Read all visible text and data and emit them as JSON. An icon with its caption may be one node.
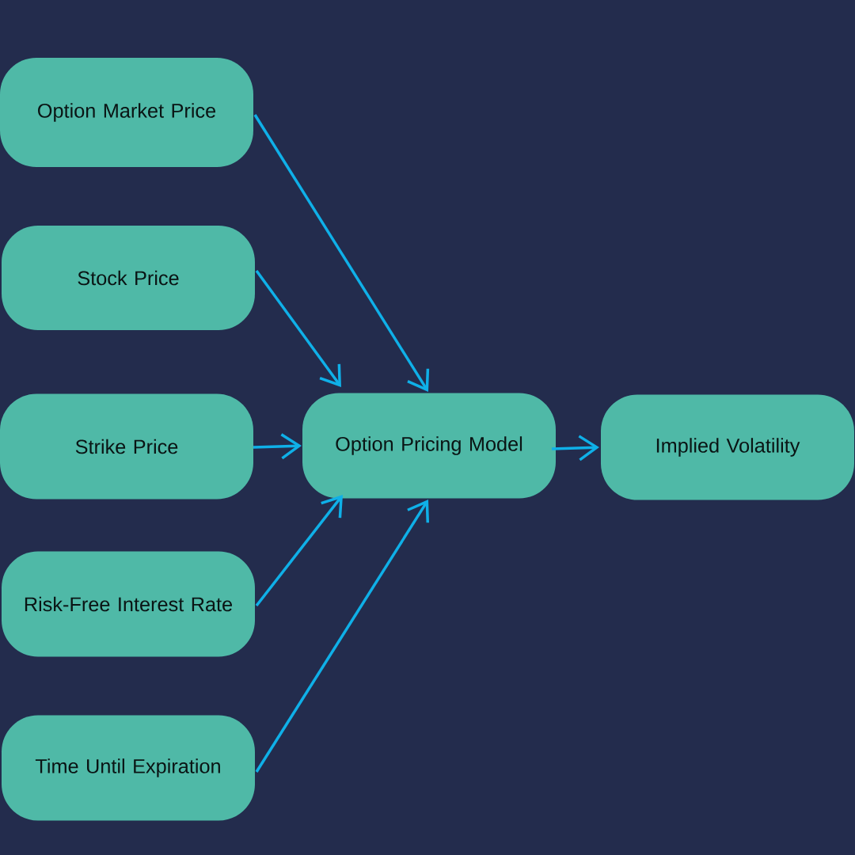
{
  "diagram": {
    "nodes": [
      {
        "text": [
          "Option Market Price"
        ]
      },
      {
        "text": [
          "Stock Price"
        ]
      },
      {
        "text": [
          "Strike Price"
        ]
      },
      {
        "text": [
          "Risk-Free Interest Rate"
        ]
      },
      {
        "text": [
          "Time Until Expiration"
        ]
      },
      {
        "text": [
          "Option Pricing Model"
        ]
      },
      {
        "text": [
          "Implied Volatility"
        ]
      }
    ],
    "edges": [
      {
        "from": 0,
        "to": 5,
        "arrow": "to"
      },
      {
        "from": 1,
        "to": 5,
        "arrow": "to"
      },
      {
        "from": 2,
        "to": 5,
        "arrow": "to"
      },
      {
        "from": 3,
        "to": 5,
        "arrow": "to"
      },
      {
        "from": 4,
        "to": 5,
        "arrow": "to"
      },
      {
        "from": 5,
        "to": 6,
        "arrow": "to"
      }
    ]
  }
}
